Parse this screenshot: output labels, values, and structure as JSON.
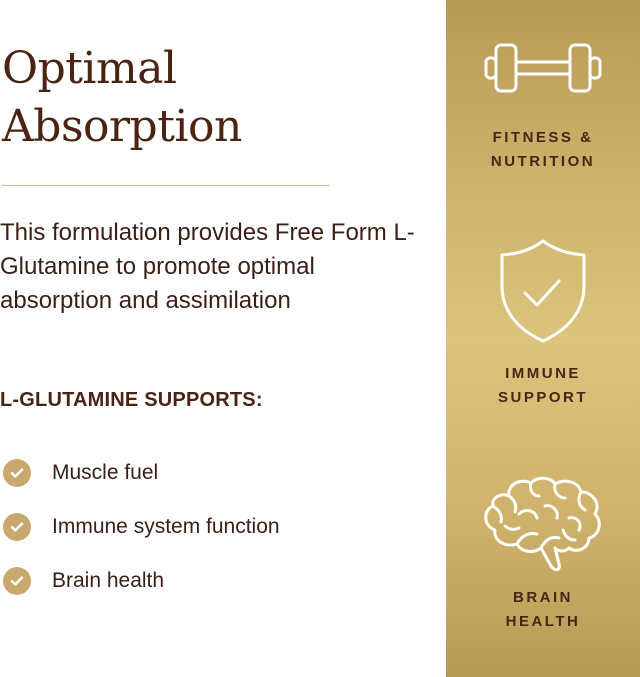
{
  "left": {
    "title_lines": [
      "Optimal",
      "Absorption"
    ],
    "description": "This formulation provides Free Form L-Glutamine to promote optimal absorption and assimilation",
    "supports_heading": "L-GLUTAMINE SUPPORTS:",
    "bullets": [
      {
        "label": "Muscle fuel",
        "icon": "check-circle-icon"
      },
      {
        "label": "Immune system function",
        "icon": "check-circle-icon"
      },
      {
        "label": "Brain health",
        "icon": "check-circle-icon"
      }
    ]
  },
  "panel": {
    "features": [
      {
        "icon": "dumbbell-icon",
        "label_lines": [
          "FITNESS &",
          "NUTRITION"
        ]
      },
      {
        "icon": "shield-check-icon",
        "label_lines": [
          "IMMUNE",
          "SUPPORT"
        ]
      },
      {
        "icon": "brain-icon",
        "label_lines": [
          "BRAIN",
          "HEALTH"
        ]
      }
    ]
  },
  "colors": {
    "title_brown": "#4a2313",
    "body_text": "#3a1f14",
    "check_gold": "#c9a86e",
    "divider": "#cdb98a",
    "panel_gold_dark": "#b89a55",
    "panel_gold_light": "#dcc47c",
    "icon_stroke": "#ffffff"
  }
}
